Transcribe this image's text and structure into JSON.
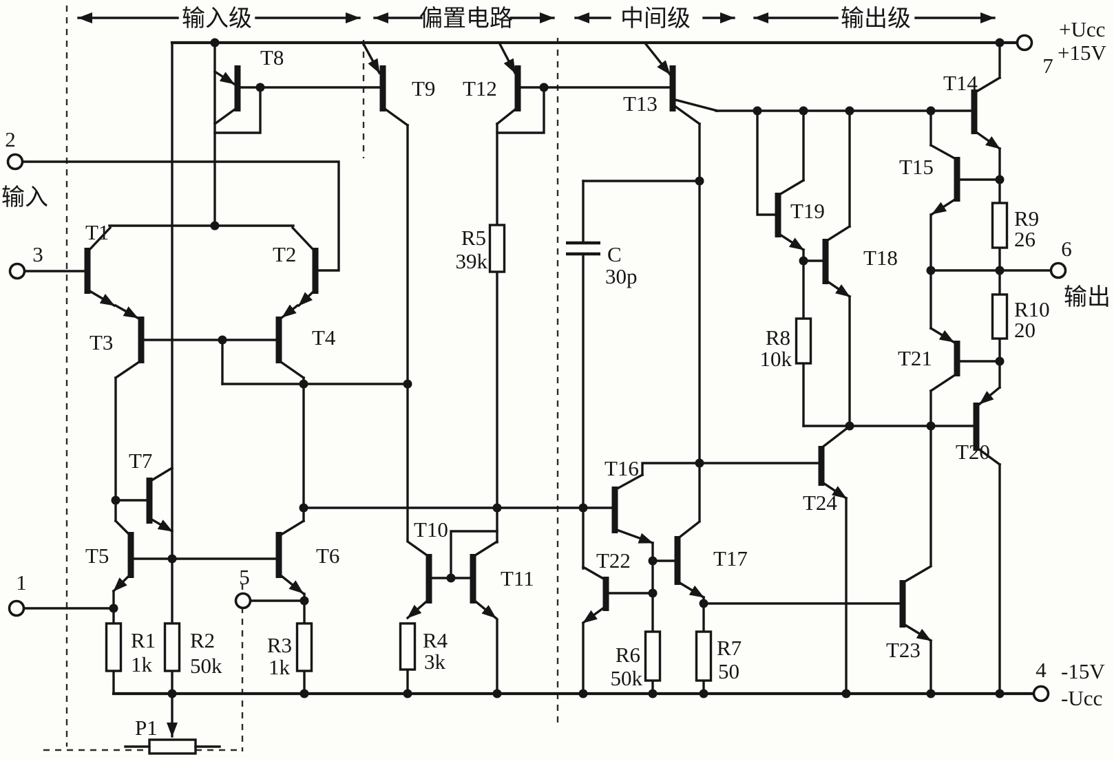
{
  "stages": {
    "input": "输入级",
    "bias": "偏置电路",
    "middle": "中间级",
    "output": "输出级"
  },
  "power": {
    "pos1": "+Ucc",
    "pos2": "+15V",
    "pos_pin": "7",
    "neg1": "-15V",
    "neg2": "-Ucc",
    "neg_pin": "4"
  },
  "io": {
    "input": "输入",
    "output": "输出",
    "pin1": "1",
    "pin2": "2",
    "pin3": "3",
    "pin5": "5",
    "pin6": "6"
  },
  "transistors": {
    "T1": "T1",
    "T2": "T2",
    "T3": "T3",
    "T4": "T4",
    "T5": "T5",
    "T6": "T6",
    "T7": "T7",
    "T8": "T8",
    "T9": "T9",
    "T10": "T10",
    "T11": "T11",
    "T12": "T12",
    "T13": "T13",
    "T14": "T14",
    "T15": "T15",
    "T16": "T16",
    "T17": "T17",
    "T18": "T18",
    "T19": "T19",
    "T20": "T20",
    "T21": "T21",
    "T22": "T22",
    "T23": "T23",
    "T24": "T24"
  },
  "resistors": {
    "R1": {
      "name": "R1",
      "value": "1k"
    },
    "R2": {
      "name": "R2",
      "value": "50k"
    },
    "R3": {
      "name": "R3",
      "value": "1k"
    },
    "R4": {
      "name": "R4",
      "value": "3k"
    },
    "R5": {
      "name": "R5",
      "value": "39k"
    },
    "R6": {
      "name": "R6",
      "value": "50k"
    },
    "R7": {
      "name": "R7",
      "value": "50"
    },
    "R8": {
      "name": "R8",
      "value": "10k"
    },
    "R9": {
      "name": "R9",
      "value": "26"
    },
    "R10": {
      "name": "R10",
      "value": "20"
    }
  },
  "capacitor": {
    "name": "C",
    "value": "30p"
  },
  "potentiometer": {
    "name": "P1"
  }
}
